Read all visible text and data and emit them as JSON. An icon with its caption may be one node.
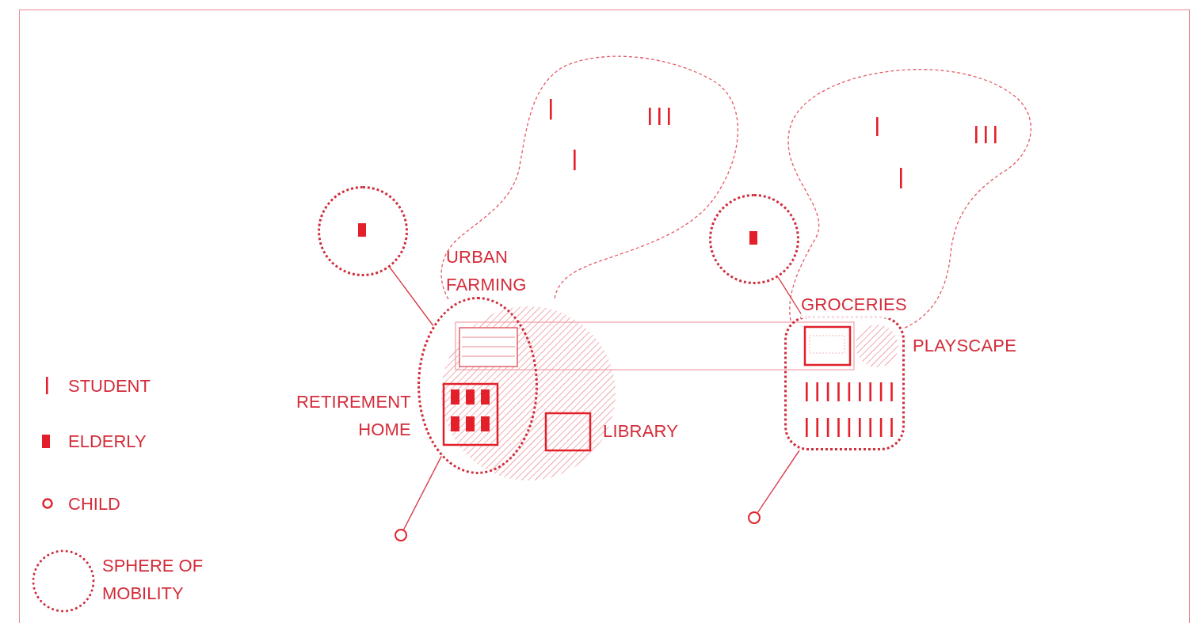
{
  "diagram": {
    "nodes": [
      {
        "text": [],
        "shape": "circle"
      },
      {
        "text": [],
        "shape": "circle"
      },
      {
        "text": [],
        "shape": "circle"
      },
      {
        "text": [],
        "shape": "circle"
      },
      {
        "text": [],
        "shape": "box"
      },
      {
        "text": [],
        "shape": "circle"
      }
    ],
    "edges": [
      {
        "from": 0,
        "to": 1,
        "arrow": "none"
      },
      {
        "from": 2,
        "to": 1,
        "arrow": "none"
      },
      {
        "from": 3,
        "to": 4,
        "arrow": "none"
      },
      {
        "from": 5,
        "to": 4,
        "arrow": "none"
      }
    ],
    "labels": [
      "URBAN FARMING",
      "GROCERIES",
      "PLAYSCAPE",
      "RETIREMENT HOME",
      "LIBRARY"
    ],
    "legend": [
      {
        "text": "STUDENT"
      },
      {
        "text": "ELDERLY",
        "color": "#e3202a"
      },
      {
        "text": "CHILD"
      },
      {
        "text": "SPHERE OF MOBILITY"
      }
    ]
  }
}
